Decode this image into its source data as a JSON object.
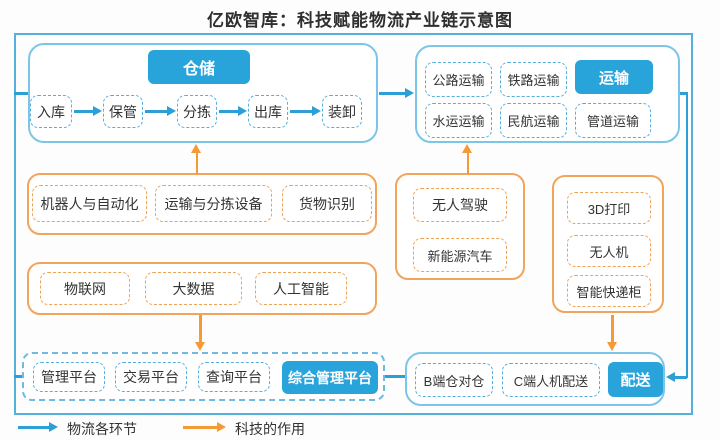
{
  "title": "亿欧智库：科技赋能物流产业链示意图",
  "colors": {
    "blue_accent": "#29a4db",
    "orange_accent": "#f59b35"
  },
  "warehouse": {
    "label": "仓储",
    "steps": [
      "入库",
      "保管",
      "分拣",
      "出库",
      "装卸"
    ]
  },
  "transport": {
    "label": "运输",
    "row1": [
      "公路运输",
      "铁路运输"
    ],
    "row2": [
      "水运运输",
      "民航运输",
      "管道运输"
    ]
  },
  "delivery": {
    "label": "配送",
    "modes": [
      "B端仓对仓",
      "C端人机配送"
    ]
  },
  "tech_warehouse": [
    "机器人与自动化",
    "运输与分拣设备",
    "货物识别"
  ],
  "tech_data": [
    "物联网",
    "大数据",
    "人工智能"
  ],
  "tech_transport": [
    "无人驾驶",
    "新能源汽车"
  ],
  "tech_delivery": [
    "3D打印",
    "无人机",
    "智能快递柜"
  ],
  "platforms": {
    "label": "综合管理平台",
    "items": [
      "管理平台",
      "交易平台",
      "查询平台"
    ]
  },
  "legend": {
    "logistics": "物流各环节",
    "technology": "科技的作用"
  }
}
